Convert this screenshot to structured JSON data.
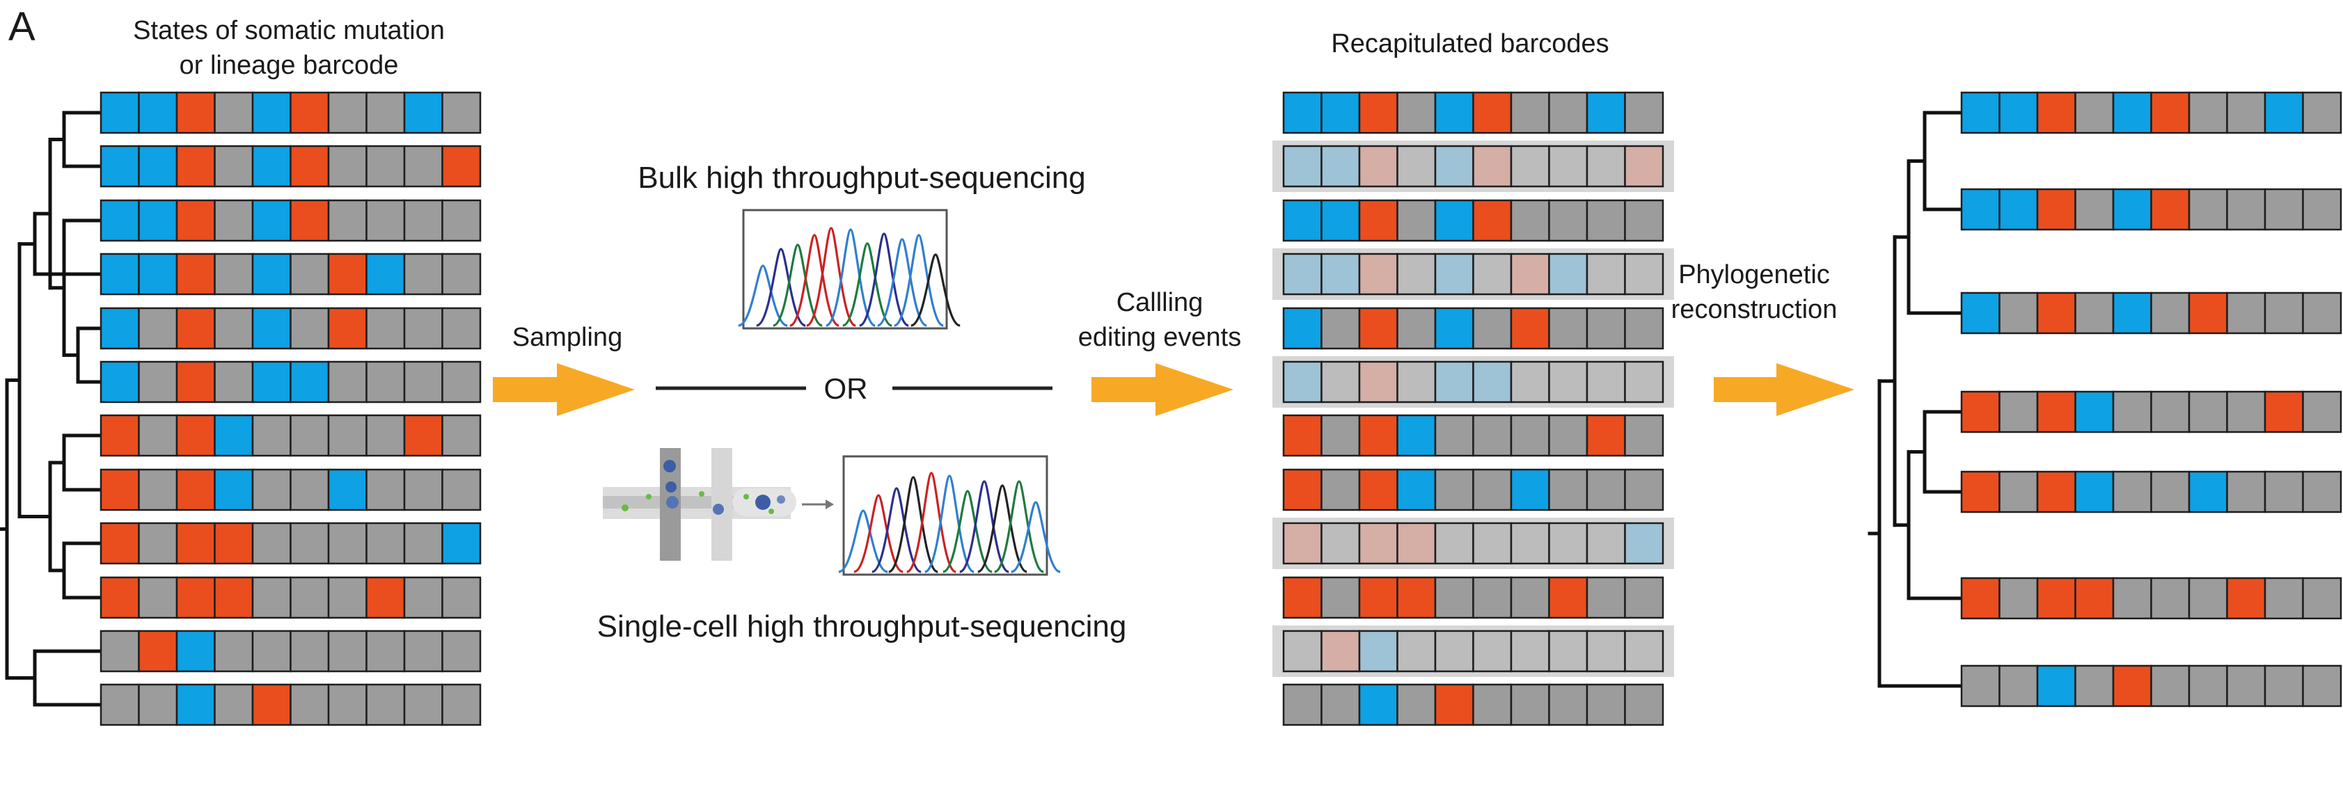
{
  "panel_letter": "A",
  "titles": {
    "states_line1": "States of somatic mutation",
    "states_line2": "or lineage barcode",
    "recapitulated": "Recapitulated barcodes"
  },
  "steps": {
    "sampling": "Sampling",
    "bulk": "Bulk high throughput-sequencing",
    "or": "OR",
    "single_cell": "Single-cell high throughput-sequencing",
    "calling_line1": "Callling",
    "calling_line2": "editing events",
    "phylo_line1": "Phylogenetic",
    "phylo_line2": "reconstruction"
  },
  "colors": {
    "blue": "#0ea1e4",
    "orange": "#ea4e1e",
    "gray": "#9c9c9c",
    "arrow": "#f7a925",
    "faded_blue": "#9ec2d6",
    "faded_orange": "#d5aea6",
    "faded_gray": "#bcbcbc",
    "faded_band": "#d6d6d6"
  },
  "legend_states": {
    "B": "blue",
    "O": "orange",
    "G": "gray"
  },
  "barcodes": [
    "BBOGBOGGBG",
    "BBOGBOGGGO",
    "BBOGBOGGGG",
    "BBOGBGOBGG",
    "BGOGBGOGGG",
    "BGOGBBGGGG",
    "OGOBGGGGOG",
    "OGOBGGBGGG",
    "OGOOGGGGGB",
    "OGOOGGGOGG",
    "GOBGGGGGGG",
    "GGBGOGGGGG"
  ],
  "recovered_rows": [
    true,
    false,
    true,
    false,
    true,
    false,
    true,
    true,
    false,
    true,
    false,
    true
  ],
  "reconstructed_barcodes": [
    "BBOGBOGGBG",
    "BBOGBOGGGG",
    "BGOGBGOGGG",
    "OGOBGGGGOG",
    "OGOBGGBGGG",
    "OGOOGGGOGG",
    "GGBGOGGGGG"
  ]
}
